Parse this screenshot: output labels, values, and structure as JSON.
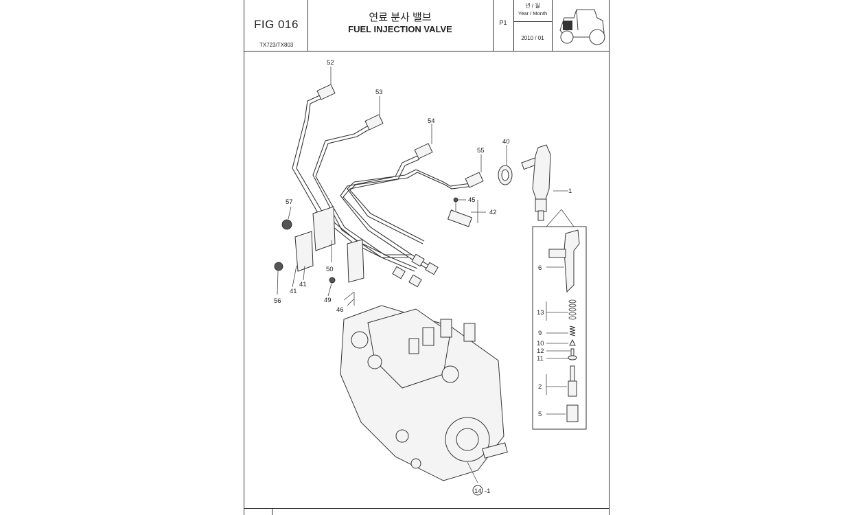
{
  "header": {
    "fig": "FIG 016",
    "model": "TX723/TX803",
    "title_ko": "연료 분사 밸브",
    "title_en": "FUEL INJECTION VALVE",
    "page": "P1",
    "year_month_ko": "년 / 월",
    "year_month_en": "Year / Month",
    "date": "2010 / 01"
  },
  "callouts": {
    "c52": "52",
    "c53": "53",
    "c54": "54",
    "c55": "55",
    "c40": "40",
    "c1": "1",
    "c45": "45",
    "c42": "42",
    "c57": "57",
    "c50": "50",
    "c41a": "41",
    "c41b": "41",
    "c56": "56",
    "c49": "49",
    "c46": "46",
    "c6": "6",
    "c13": "13",
    "c9": "9",
    "c10": "10",
    "c12": "12",
    "c11": "11",
    "c2": "2",
    "c5": "5",
    "c14_circle": "14",
    "c14_suffix": "-1"
  }
}
